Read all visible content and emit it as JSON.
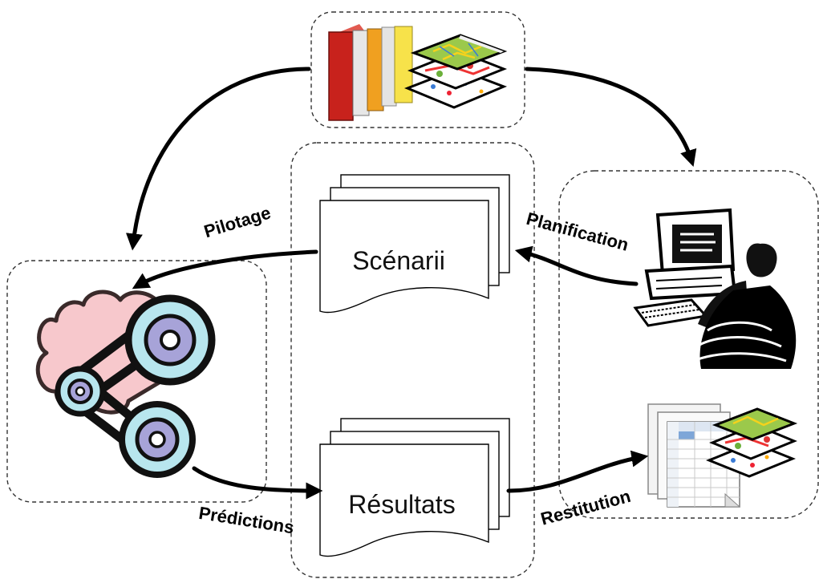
{
  "documents": {
    "scenarios": "Scénarii",
    "results": "Résultats"
  },
  "flows": {
    "pilotage": "Pilotage",
    "planification": "Planification",
    "predictions": "Prédictions",
    "restitution": "Restitution"
  },
  "colors": {
    "cloud": "#f7c8cc",
    "cloud_outline": "#3a2a2a",
    "gear_ring": "#b8e6ee",
    "gear_hub": "#a7a3d8",
    "book_red": "#c8221c",
    "book_orange": "#f0a020",
    "book_yellow": "#f7e24a",
    "map_green": "#9bc94b"
  },
  "icons": {
    "source": "books-and-map-layers-icon",
    "model": "gears-cloud-icon",
    "user": "person-at-computer-icon",
    "output": "spreadsheet-and-map-layers-icon"
  }
}
